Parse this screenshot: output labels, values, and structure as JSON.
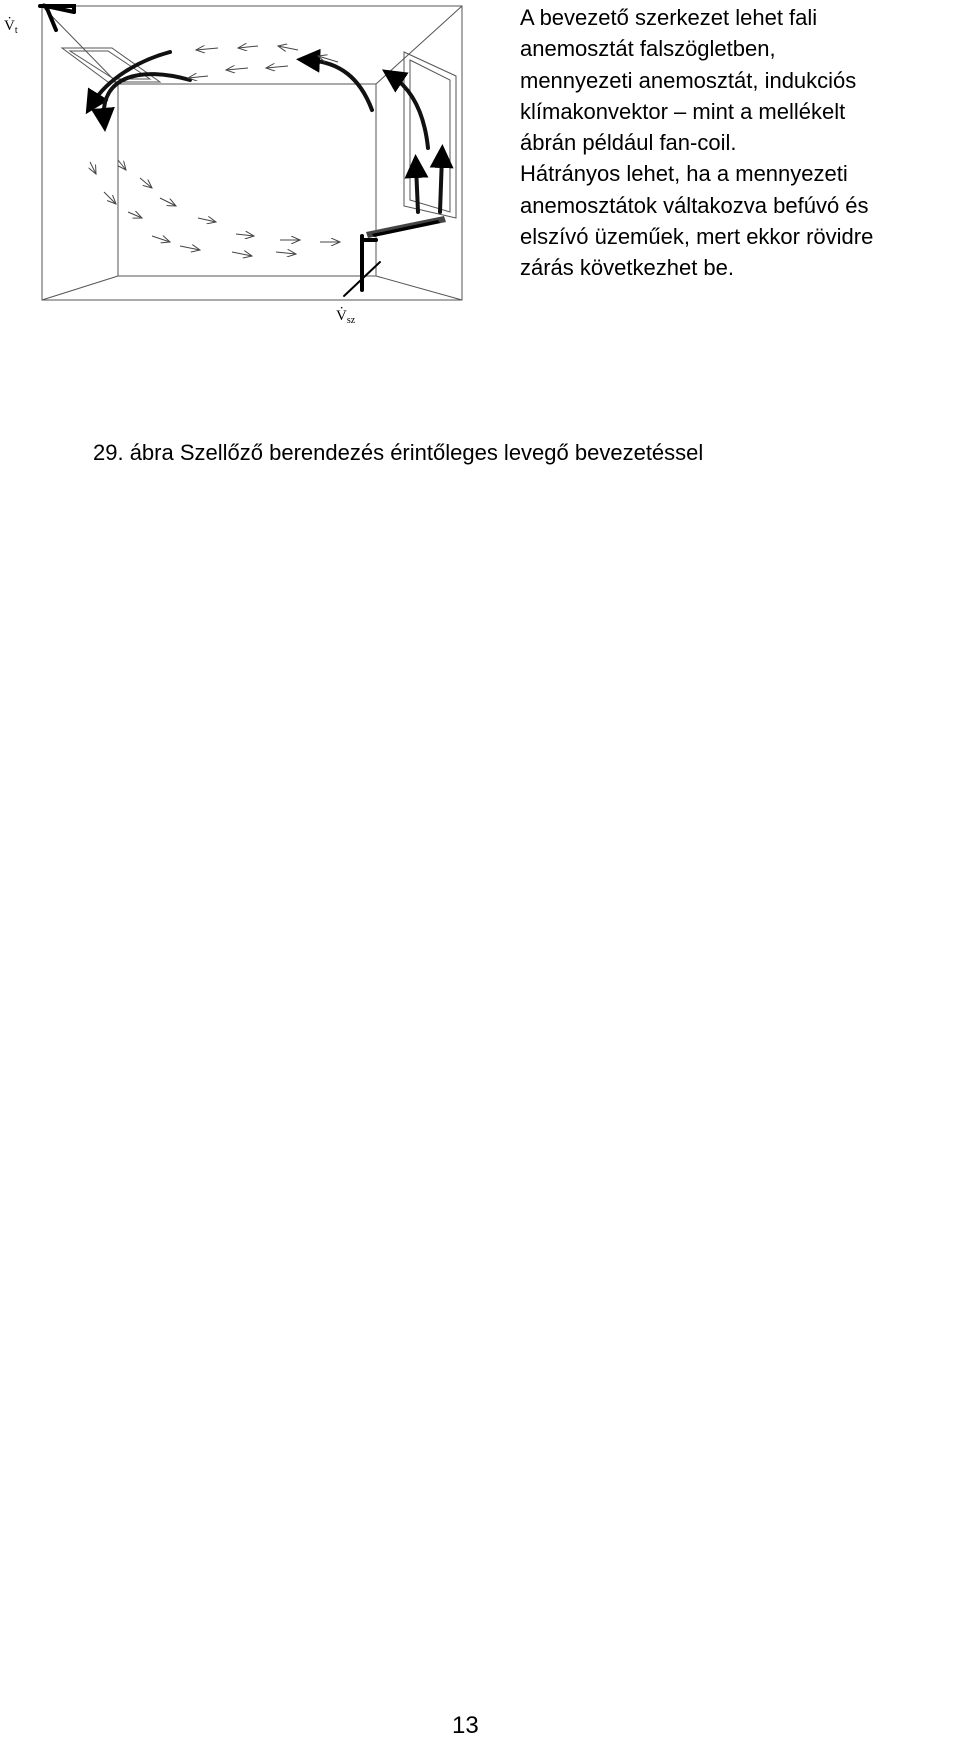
{
  "figure": {
    "label_top": "V̇",
    "label_top_sub": "t",
    "label_bottom": "V̇",
    "label_bottom_sub": "sz"
  },
  "description": {
    "lines": [
      "A bevezető szerkezet lehet fali",
      "anemosztát falszögletben,",
      "mennyezeti anemosztát, indukciós",
      "klímakonvektor – mint a mellékelt",
      "ábrán például fan-coil.",
      "Hátrányos lehet, ha a mennyezeti",
      "anemosztátok váltakozva befúvó és",
      "elszívó üzeműek, mert ekkor rövidre",
      "zárás következhet be."
    ]
  },
  "caption": "29. ábra Szellőző berendezés érintőleges levegő bevezetéssel",
  "page_number": "13"
}
